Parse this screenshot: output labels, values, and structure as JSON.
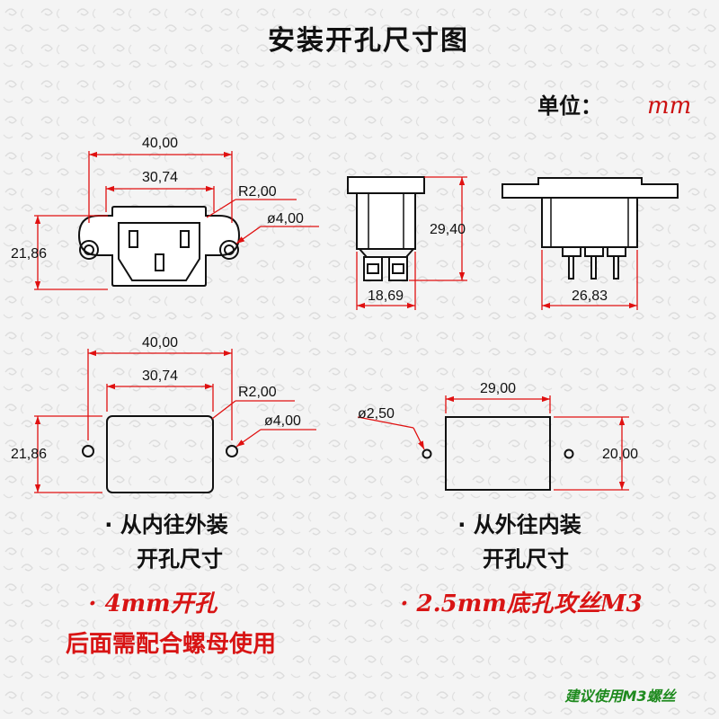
{
  "title": "安装开孔尺寸图",
  "unit": {
    "label": "单位：",
    "value": "mm"
  },
  "dimensions": {
    "front_width_total": "40,00",
    "front_body_width": "30,74",
    "front_radius": "R2,00",
    "front_hole": "ø4,00",
    "front_height": "21,86",
    "side_height": "29,40",
    "side_width": "18,69",
    "rear_width": "26,83",
    "cut_a_width_total": "40,00",
    "cut_a_body_width": "30,74",
    "cut_a_radius": "R2,00",
    "cut_a_hole": "ø4,00",
    "cut_a_height": "21,86",
    "cut_b_hole": "ø2,50",
    "cut_b_width": "29,00",
    "cut_b_height": "20,00"
  },
  "notes": {
    "left_line1": "· 从内往外装",
    "left_line2": "开孔尺寸",
    "right_line1": "· 从外往内装",
    "right_line2": "开孔尺寸",
    "left_red1": "· 4mm开孔",
    "left_red2": "后面需配合螺母使用",
    "right_red": "· 2.5mm底孔攻丝M3",
    "footer": "建议使用M3螺丝"
  }
}
